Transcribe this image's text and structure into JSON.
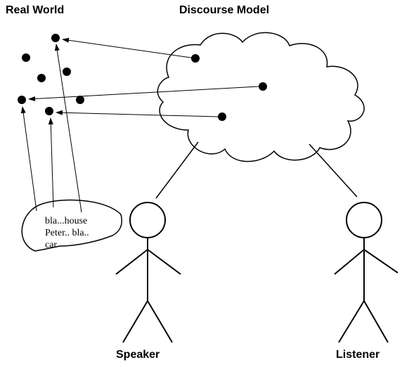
{
  "titles": {
    "real_world": "Real World",
    "discourse_model": "Discourse Model"
  },
  "people": {
    "speaker": "Speaker",
    "listener": "Listener"
  },
  "speech_bubble": {
    "line1": "bla...house",
    "line2": "Peter..  bla..",
    "line3": "car"
  }
}
